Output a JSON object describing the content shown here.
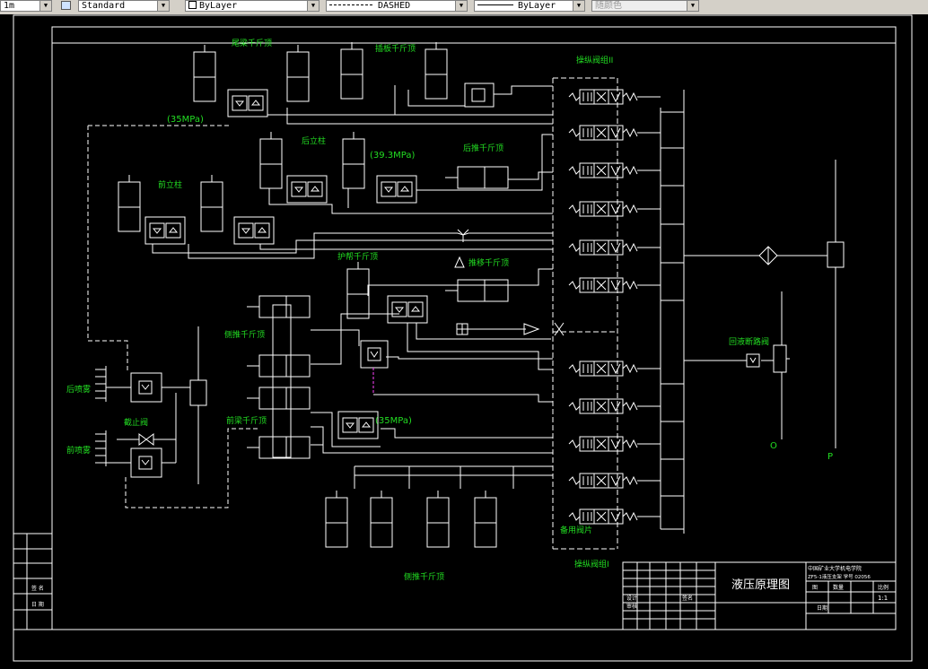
{
  "toolbar": {
    "layer_field": "1m",
    "text_style": "Standard",
    "color_field": "ByLayer",
    "linetype_field": "DASHED",
    "lineweight_field": "ByLayer",
    "plotstyle_field": "随颜色"
  },
  "drawing": {
    "labels": {
      "tail_jack": "尾梁千斤顶",
      "plate_jack": "插板千斤顶",
      "valve_group_2": "操纵阀组II",
      "pressure_35a": "(35MPa)",
      "rear_column": "后立柱",
      "pressure_393": "(39.3MPa)",
      "rear_push_jack": "后推千斤顶",
      "front_column": "前立柱",
      "guard_jack": "护帮千斤顶",
      "push_jack": "推移千斤顶",
      "side_push_jack": "侧推千斤顶",
      "return_filter": "回液断路阀",
      "rear_spray": "后喷雾",
      "shutoff_valve": "截止阀",
      "front_spray": "前喷雾",
      "front_beam_jack": "前梁千斤顶",
      "pressure_35b": "(35MPa)",
      "port_o": "O",
      "port_p": "P",
      "spare_valve": "备用阀片",
      "valve_group_1": "操纵阀组I",
      "bottom_jack": "侧推千斤顶"
    },
    "title_block": {
      "title": "液压原理图",
      "company_line1": "中国矿业大学机电学院",
      "company_line2": "ZF5-1液压支架 学号 02056",
      "col_a": "图",
      "col_b": "数量",
      "col_c": "比例",
      "scale": "1:1",
      "row_design": "设计",
      "row_check": "审核",
      "row_sign": "签名",
      "row_date": "日期"
    },
    "left_strip": {
      "item1": "签 名",
      "item2": "日 期"
    }
  }
}
